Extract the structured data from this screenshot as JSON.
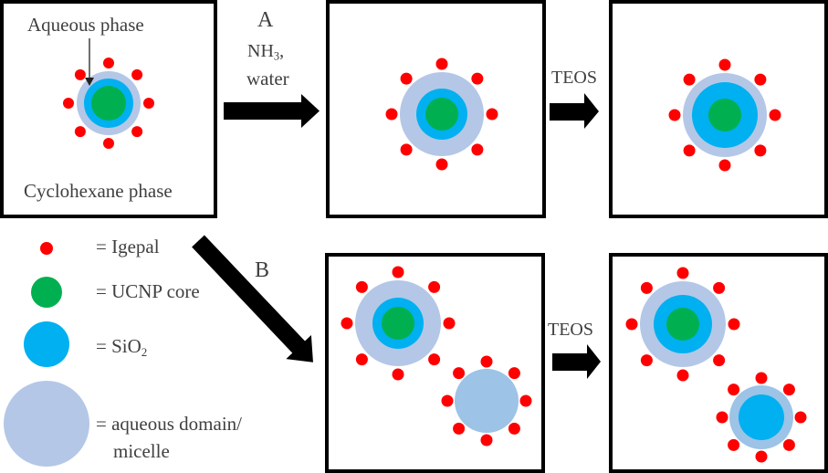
{
  "figure": {
    "panels": [
      {
        "id": "initial",
        "top_label": "Aqueous phase",
        "bottom_label": "Cyclohexane phase"
      },
      {
        "id": "route-a-step1"
      },
      {
        "id": "route-a-step2"
      },
      {
        "id": "route-b-step1"
      },
      {
        "id": "route-b-step2"
      }
    ],
    "arrows": {
      "route_a": {
        "letter": "A",
        "reagent_line1_main": "NH",
        "reagent_line1_sub": "3",
        "reagent_line1_tail": ",",
        "reagent_line2": "water"
      },
      "route_b": {
        "letter": "B"
      },
      "teos_top": {
        "label": "TEOS"
      },
      "teos_bottom": {
        "label": "TEOS"
      }
    },
    "legend": [
      {
        "symbol": "igepal",
        "text": "= Igepal"
      },
      {
        "symbol": "ucnp-core",
        "text": "= UCNP core"
      },
      {
        "symbol": "sio2",
        "text_main": "= SiO",
        "text_sub": "2"
      },
      {
        "symbol": "micelle",
        "text_line1": "= aqueous domain/",
        "text_line2": "micelle"
      }
    ],
    "colors": {
      "igepal": "#FF0000",
      "ucnp_core": "#00B050",
      "sio2": "#00B0F0",
      "aqueous_domain": "#B4C7E7",
      "empty_micelle": "#9DC3E6",
      "arrow": "#000000",
      "border": "#000000",
      "text": "#404040"
    }
  }
}
